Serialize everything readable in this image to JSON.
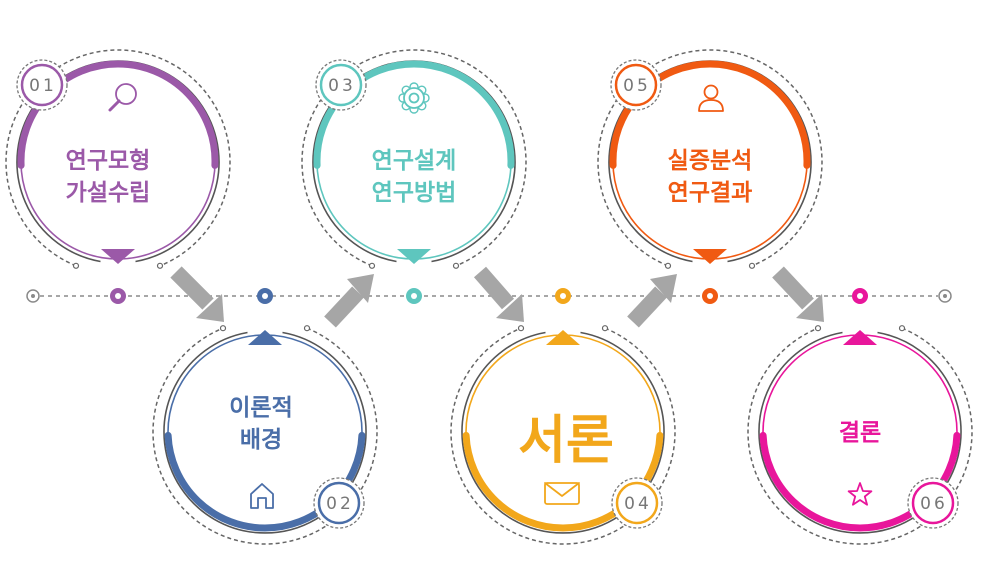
{
  "steps": [
    {
      "number": "01",
      "line1": "연구모형",
      "line2": "가설수립",
      "color": "#9b59a8",
      "icon": "magnifier-icon"
    },
    {
      "number": "02",
      "line1": "이론적",
      "line2": "배경",
      "color": "#4a6ea8",
      "icon": "home-icon"
    },
    {
      "number": "03",
      "line1": "연구설계",
      "line2": "연구방법",
      "color": "#5ec6be",
      "icon": "gear-icon"
    },
    {
      "number": "04",
      "line1": "서론",
      "line2": "",
      "color": "#f2a71b",
      "icon": "envelope-icon"
    },
    {
      "number": "05",
      "line1": "실증분석",
      "line2": "연구결과",
      "color": "#f05a12",
      "icon": "person-icon"
    },
    {
      "number": "06",
      "line1": "결론",
      "line2": "",
      "color": "#e8169b",
      "icon": "star-icon"
    }
  ],
  "colors": {
    "arrow": "#a6a6a6",
    "guide": "#7a7a7a",
    "ring": "#555555"
  }
}
